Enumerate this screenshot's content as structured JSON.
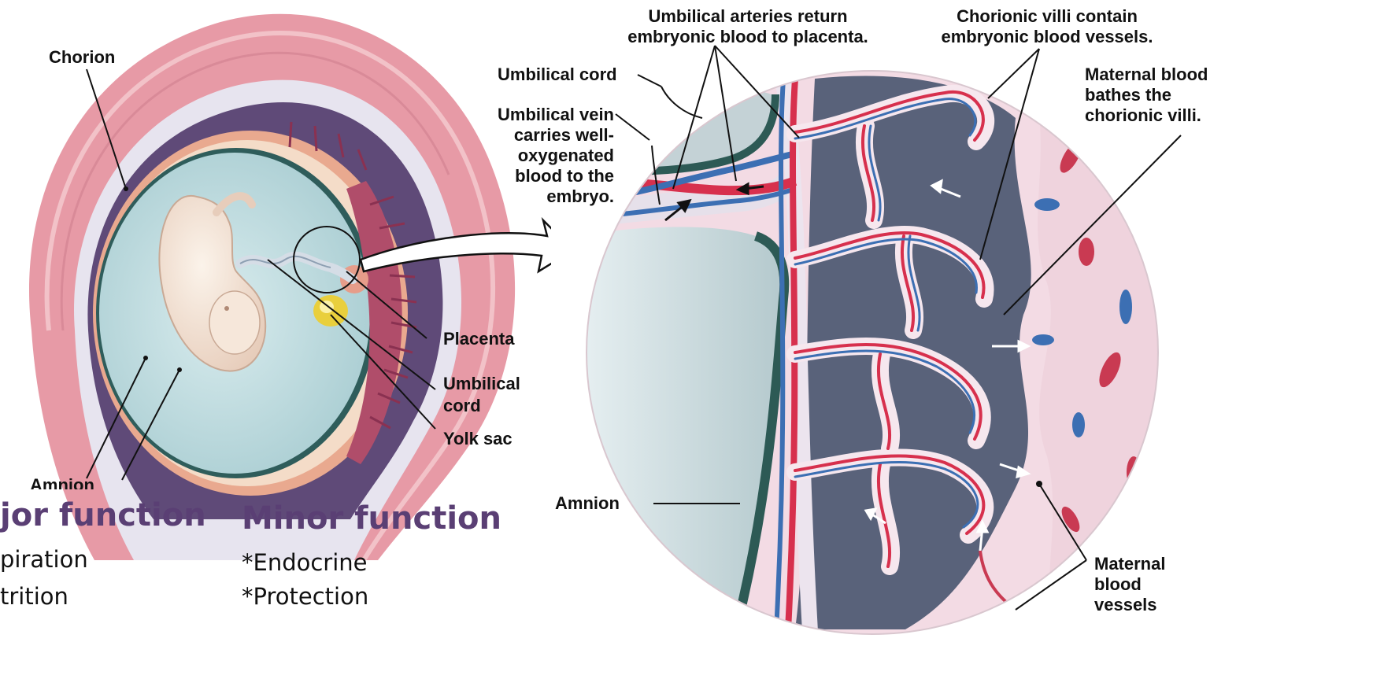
{
  "diagram": {
    "left_labels": {
      "chorion": "Chorion",
      "placenta": "Placenta",
      "umbilical_cord": [
        "Umbilical",
        "cord"
      ],
      "yolk_sac": "Yolk sac",
      "amnion": "Amnion"
    },
    "right_labels": {
      "umbilical_arteries": [
        "Umbilical arteries return",
        "embryonic blood to placenta."
      ],
      "chorionic_villi": [
        "Chorionic villi contain",
        "embryonic blood vessels."
      ],
      "umbilical_cord": "Umbilical cord",
      "umbilical_vein": [
        "Umbilical vein",
        "carries well-",
        "oxygenated",
        "blood to the",
        "embryo."
      ],
      "maternal_blood_bathes": [
        "Maternal blood",
        "bathes the",
        "chorionic villi."
      ],
      "amnion": "Amnion",
      "maternal_vessels": [
        "Maternal",
        "blood",
        "vessels"
      ]
    }
  },
  "functions": {
    "major": {
      "heading": "jor function",
      "items": [
        "piration",
        "trition"
      ]
    },
    "minor": {
      "heading": "Minor function",
      "items": [
        "*Endocrine",
        "*Protection"
      ]
    }
  }
}
